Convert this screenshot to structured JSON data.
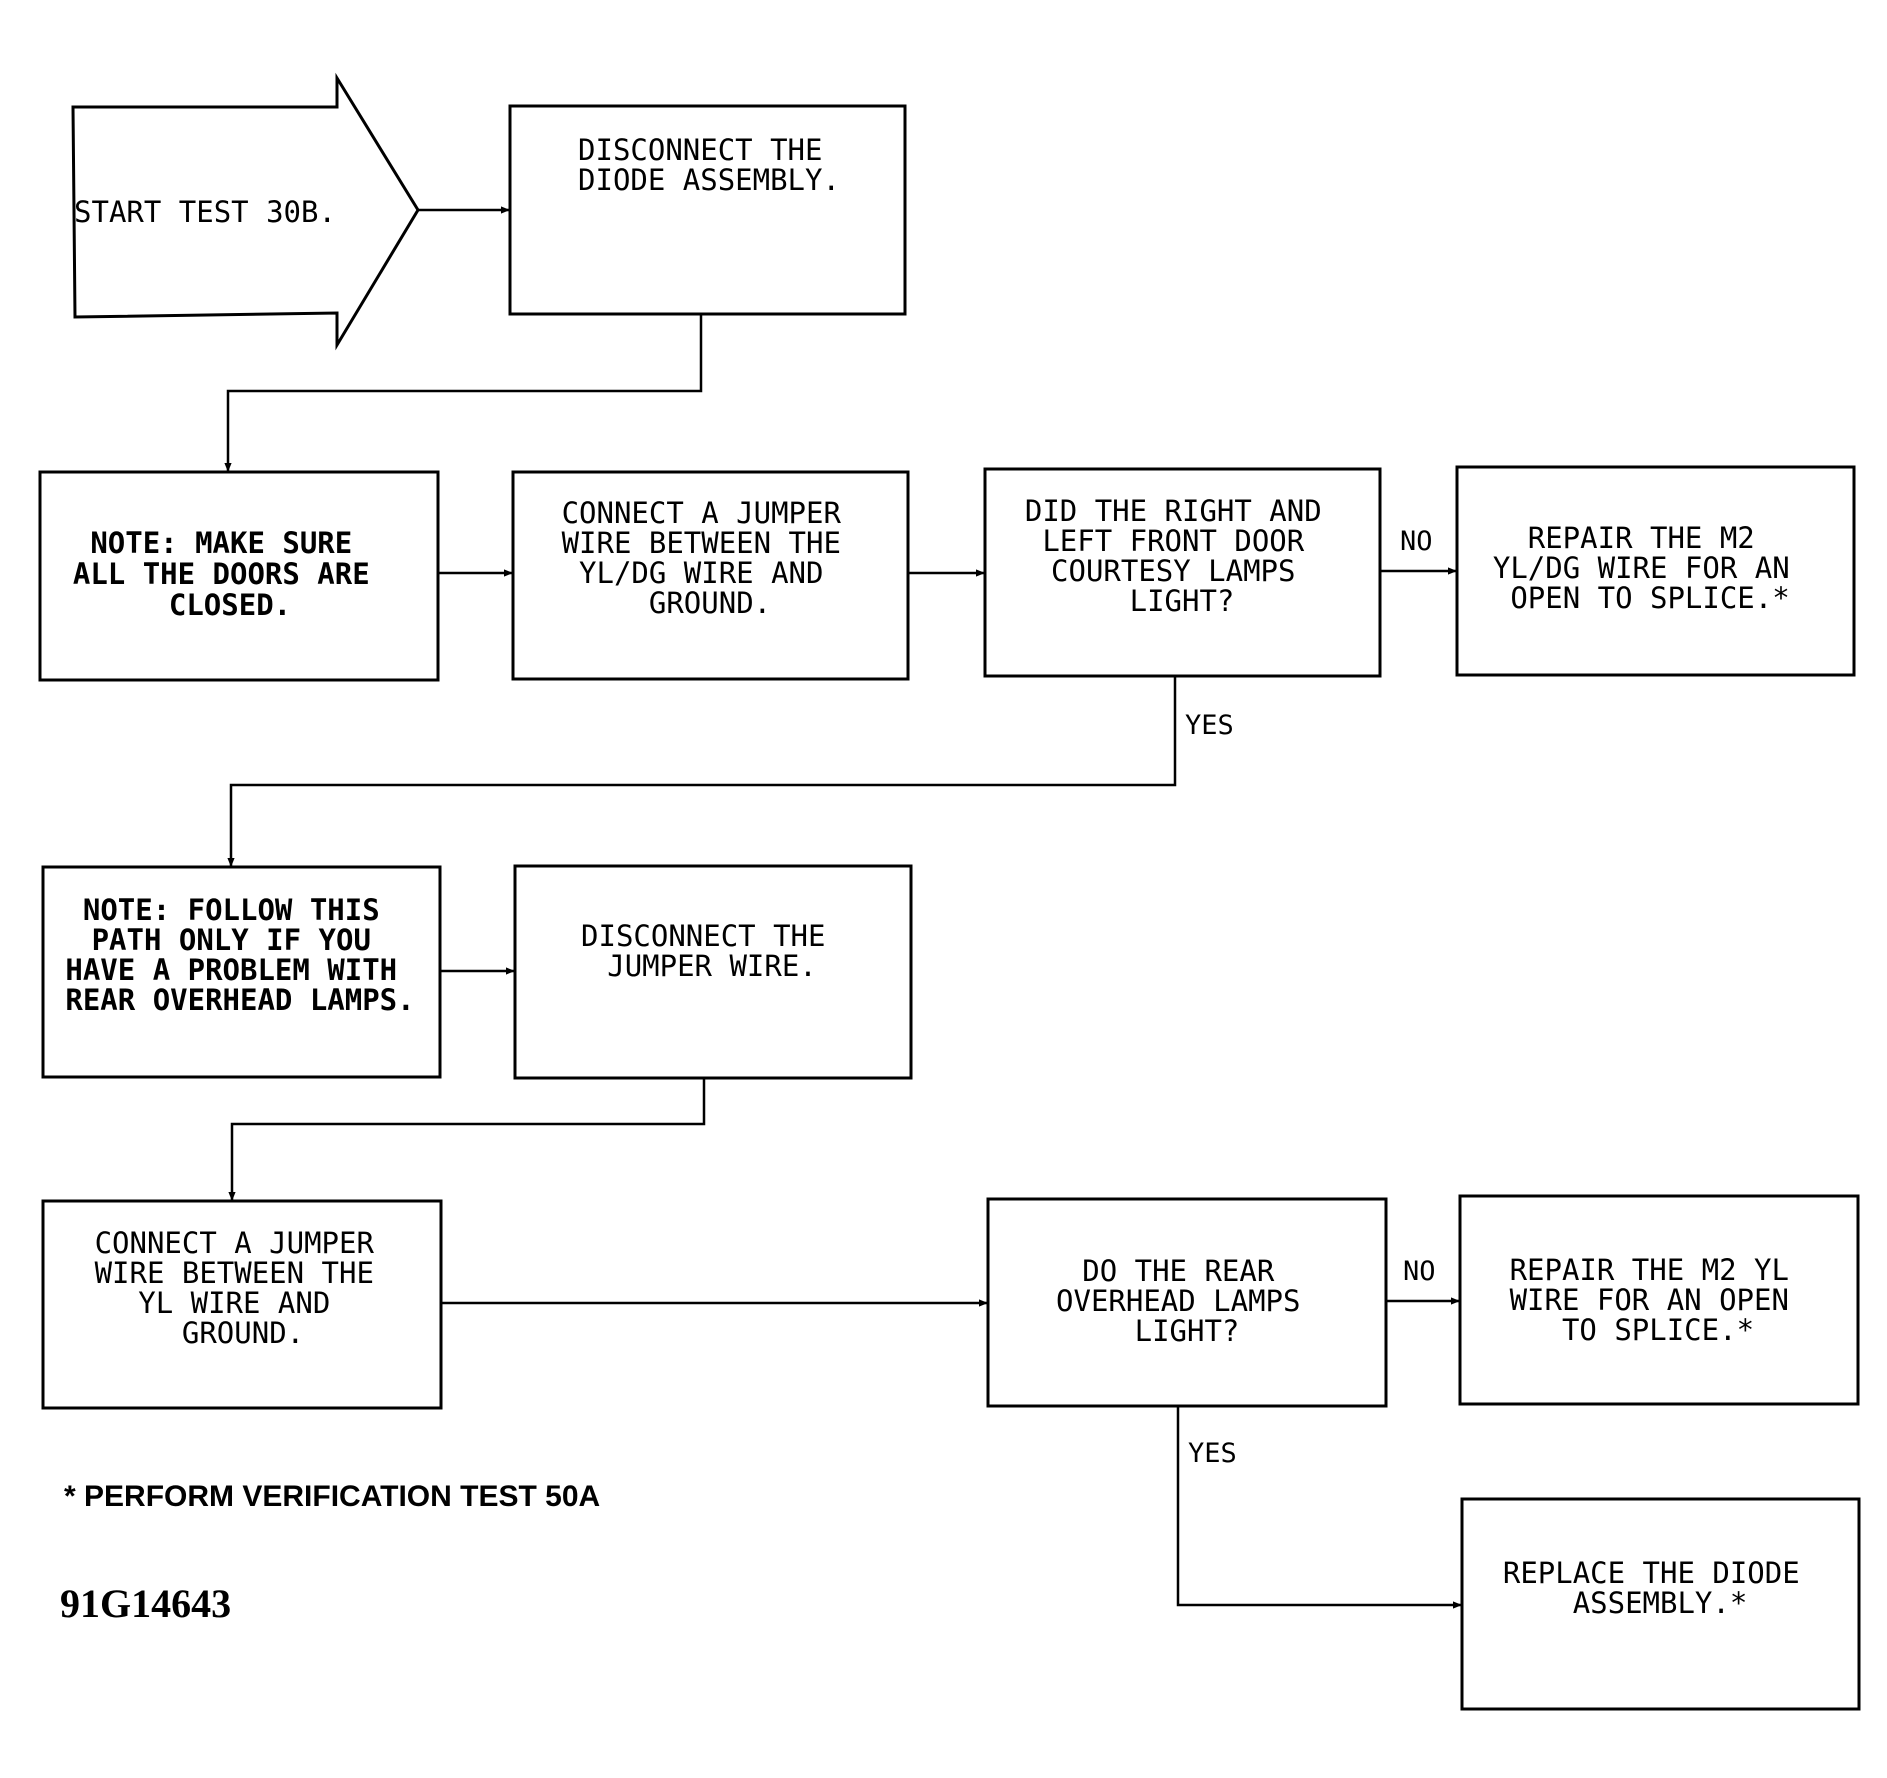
{
  "steps": {
    "start": [
      "START TEST 30B."
    ],
    "disconnect_diode": [
      "DISCONNECT THE",
      "DIODE ASSEMBLY."
    ],
    "note_doors": [
      "NOTE:  MAKE SURE",
      "ALL THE DOORS ARE",
      "CLOSED."
    ],
    "connect_yl_dg": [
      "CONNECT A JUMPER",
      "WIRE BETWEEN THE",
      "YL/DG WIRE AND",
      "GROUND."
    ],
    "question_front": [
      "DID THE RIGHT AND",
      "LEFT FRONT DOOR",
      "COURTESY LAMPS",
      "LIGHT?"
    ],
    "repair_yl_dg": [
      "REPAIR THE M2",
      "YL/DG WIRE FOR AN",
      "OPEN TO SPLICE.*"
    ],
    "note_rear": [
      "NOTE:  FOLLOW THIS",
      "PATH ONLY IF YOU",
      "HAVE A PROBLEM WITH",
      "REAR OVERHEAD LAMPS."
    ],
    "disconnect_jumper": [
      "DISCONNECT THE",
      "JUMPER WIRE."
    ],
    "connect_yl": [
      "CONNECT A JUMPER",
      "WIRE BETWEEN THE",
      "YL WIRE AND",
      "GROUND."
    ],
    "question_rear": [
      "DO THE REAR",
      "OVERHEAD LAMPS",
      "LIGHT?"
    ],
    "repair_yl": [
      "REPAIR THE M2 YL",
      "WIRE FOR AN OPEN",
      "TO SPLICE.*"
    ],
    "replace_diode": [
      "REPLACE THE DIODE",
      "ASSEMBLY.*"
    ]
  },
  "labels": {
    "no_front": "NO",
    "yes_front": "YES",
    "no_rear": "NO",
    "yes_rear": "YES"
  },
  "footnote": "* PERFORM VERIFICATION TEST 50A",
  "figure_id": "91G14643"
}
